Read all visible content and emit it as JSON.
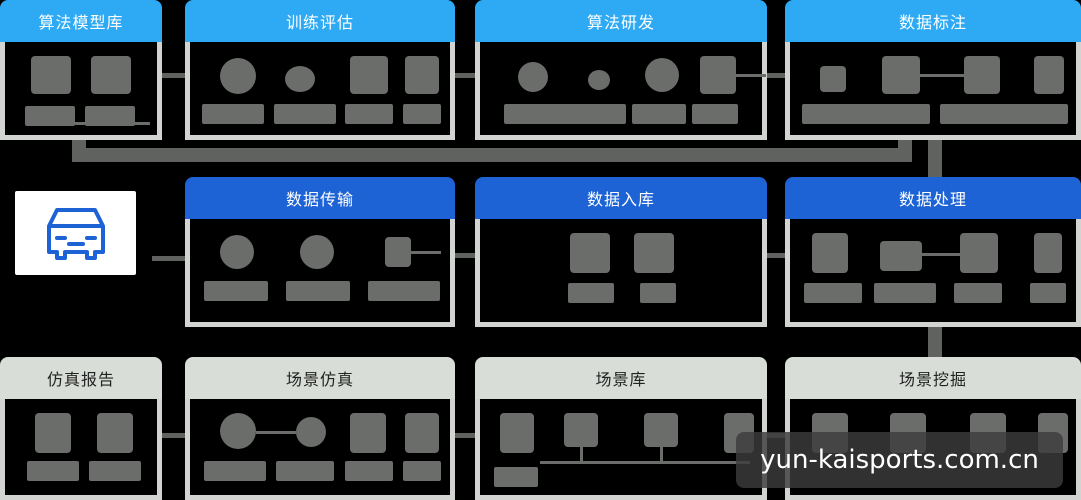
{
  "modules": {
    "algo_model_lib": "算法模型库",
    "train_eval": "训练评估",
    "algo_dev": "算法研发",
    "data_label": "数据标注",
    "data_transfer": "数据传输",
    "data_ingest": "数据入库",
    "data_process": "数据处理",
    "sim_report": "仿真报告",
    "scene_sim": "场景仿真",
    "scene_lib": "场景库",
    "scene_mining": "场景挖掘"
  },
  "watermark": "yun-kaisports.com.cn",
  "colors": {
    "header_light": "#2eaaf5",
    "header_dark": "#1e63d6",
    "header_grey": "#d8ddd7",
    "car_icon": "#1e63d6"
  },
  "icons": [
    "car-icon"
  ]
}
